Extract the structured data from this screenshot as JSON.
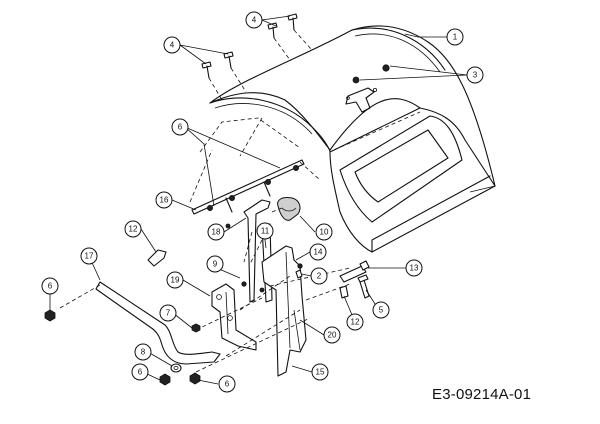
{
  "drawing_code": "E3-09214A-01",
  "callouts": [
    "1",
    "2",
    "3",
    "4",
    "4",
    "5",
    "6",
    "6",
    "6",
    "6",
    "7",
    "8",
    "9",
    "10",
    "11",
    "12",
    "12",
    "13",
    "14",
    "15",
    "16",
    "17",
    "18",
    "19",
    "20"
  ]
}
